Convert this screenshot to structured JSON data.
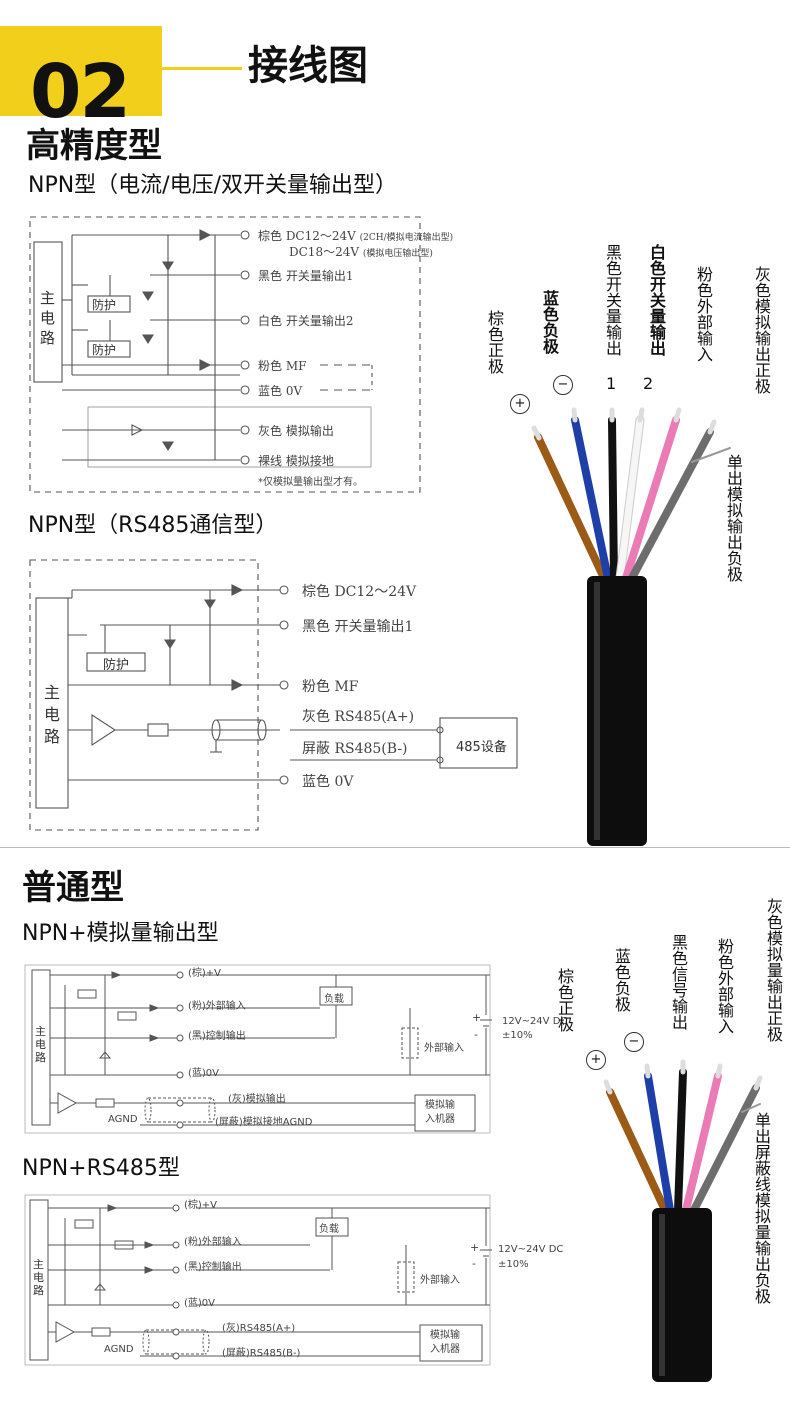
{
  "header": {
    "number": "02",
    "title": "接线图"
  },
  "hp": {
    "title": "高精度型",
    "npn1": {
      "subtitle": "NPN型（电流/电压/双开关量输出型）",
      "main_label": [
        "主",
        "电",
        "路"
      ],
      "protect": "防护",
      "brown": "棕色 DC12～24V",
      "brown_note1": "(2CH/模拟电流输出型)",
      "brown2": "DC18～24V",
      "brown_note2": "(模拟电压输出型)",
      "black": "黑色 开关量输出1",
      "white": "白色 开关量输出2",
      "pink": "粉色 MF",
      "blue": "蓝色 0V",
      "gray": "灰色 模拟输出",
      "bare": "裸线 模拟接地",
      "note": "*仅模拟量输出型才有。"
    },
    "rs485": {
      "subtitle": "NPN型（RS485通信型）",
      "main_label": [
        "主",
        "电",
        "路"
      ],
      "protect": "防护",
      "brown": "棕色 DC12～24V",
      "black": "黑色 开关量输出1",
      "pink": "粉色 MF",
      "gray": "灰色 RS485(A+)",
      "shield": "屏蔽 RS485(B-)",
      "device": "485设备",
      "blue": "蓝色 0V"
    },
    "cable": {
      "brown": "棕色正极",
      "brown_sym": "+",
      "blue": "蓝色负极",
      "blue_sym": "−",
      "black": "黑色开关量输出",
      "black_num": "1",
      "white": "白色开关量输出",
      "white_num": "2",
      "pink": "粉色外部输入",
      "gray": "灰色模拟输出正极",
      "bare": "单出模拟输出负极"
    }
  },
  "std": {
    "title": "普通型",
    "analog": {
      "subtitle": "NPN+模拟量输出型",
      "main_label": [
        "主",
        "电",
        "路"
      ],
      "brown": "(棕)+V",
      "pink": "(粉)外部输入",
      "black": "(黑)控制输出",
      "blue": "(蓝)0V",
      "gray": "(灰)模拟输出",
      "shield": "(屏蔽)模拟接地AGND",
      "agnd": "AGND",
      "load": "负载",
      "ext": "外部输入",
      "plus": "+",
      "minus": "-",
      "supply": "12V~24V DC",
      "tol": "±10%",
      "device": [
        "模拟输",
        "入机器"
      ]
    },
    "rs485": {
      "subtitle": "NPN+RS485型",
      "main_label": [
        "主",
        "电",
        "路"
      ],
      "brown": "(棕)+V",
      "pink": "(粉)外部输入",
      "black": "(黑)控制输出",
      "blue": "(蓝)0V",
      "gray": "(灰)RS485(A+)",
      "shield": "(屏蔽)RS485(B-)",
      "agnd": "AGND",
      "load": "负载",
      "ext": "外部输入",
      "plus": "+",
      "minus": "-",
      "supply": "12V~24V DC",
      "tol": "±10%",
      "device": [
        "模拟输",
        "入机器"
      ]
    },
    "cable": {
      "brown": "棕色正极",
      "brown_sym": "+",
      "blue": "蓝色负极",
      "blue_sym": "−",
      "black": "黑色信号输出",
      "pink": "粉色外部输入",
      "gray": "灰色模拟量输出正极",
      "shield": "单出屏蔽线模拟量输出负极"
    }
  },
  "colors": {
    "accent": "#f2cf1a",
    "brown": "#9b5a16",
    "blue": "#1f3fa8",
    "black": "#111111",
    "white": "#f4f4f4",
    "pink": "#ea7bb4",
    "gray": "#6d6d6d"
  }
}
